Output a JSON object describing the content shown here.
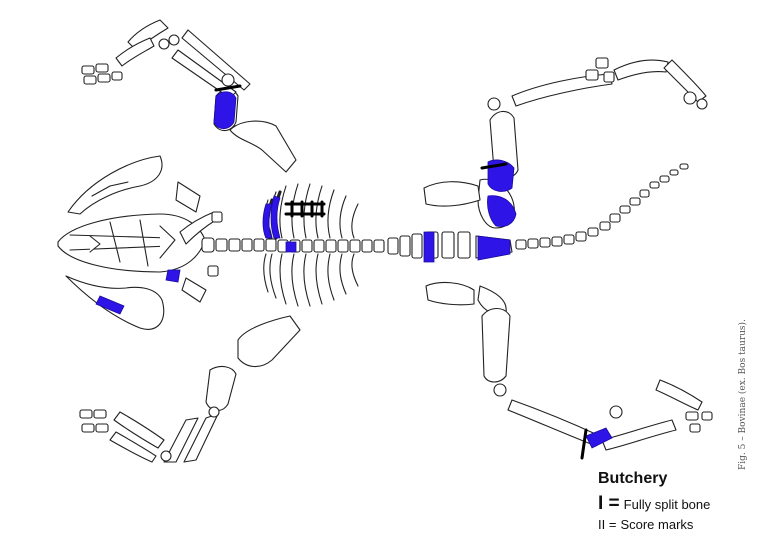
{
  "figure": {
    "caption": "Fig. 5 – Bovinae (ex. Bos taurus)."
  },
  "legend": {
    "title": "Butchery",
    "items": [
      {
        "mark": "I =",
        "label": "Fully split bone"
      },
      {
        "mark": "II =",
        "label": "Score marks"
      }
    ]
  },
  "colors": {
    "bone_outline": "#222222",
    "highlight": "#2e14e6",
    "butchery_mark": "#000000",
    "background": "#ffffff"
  }
}
